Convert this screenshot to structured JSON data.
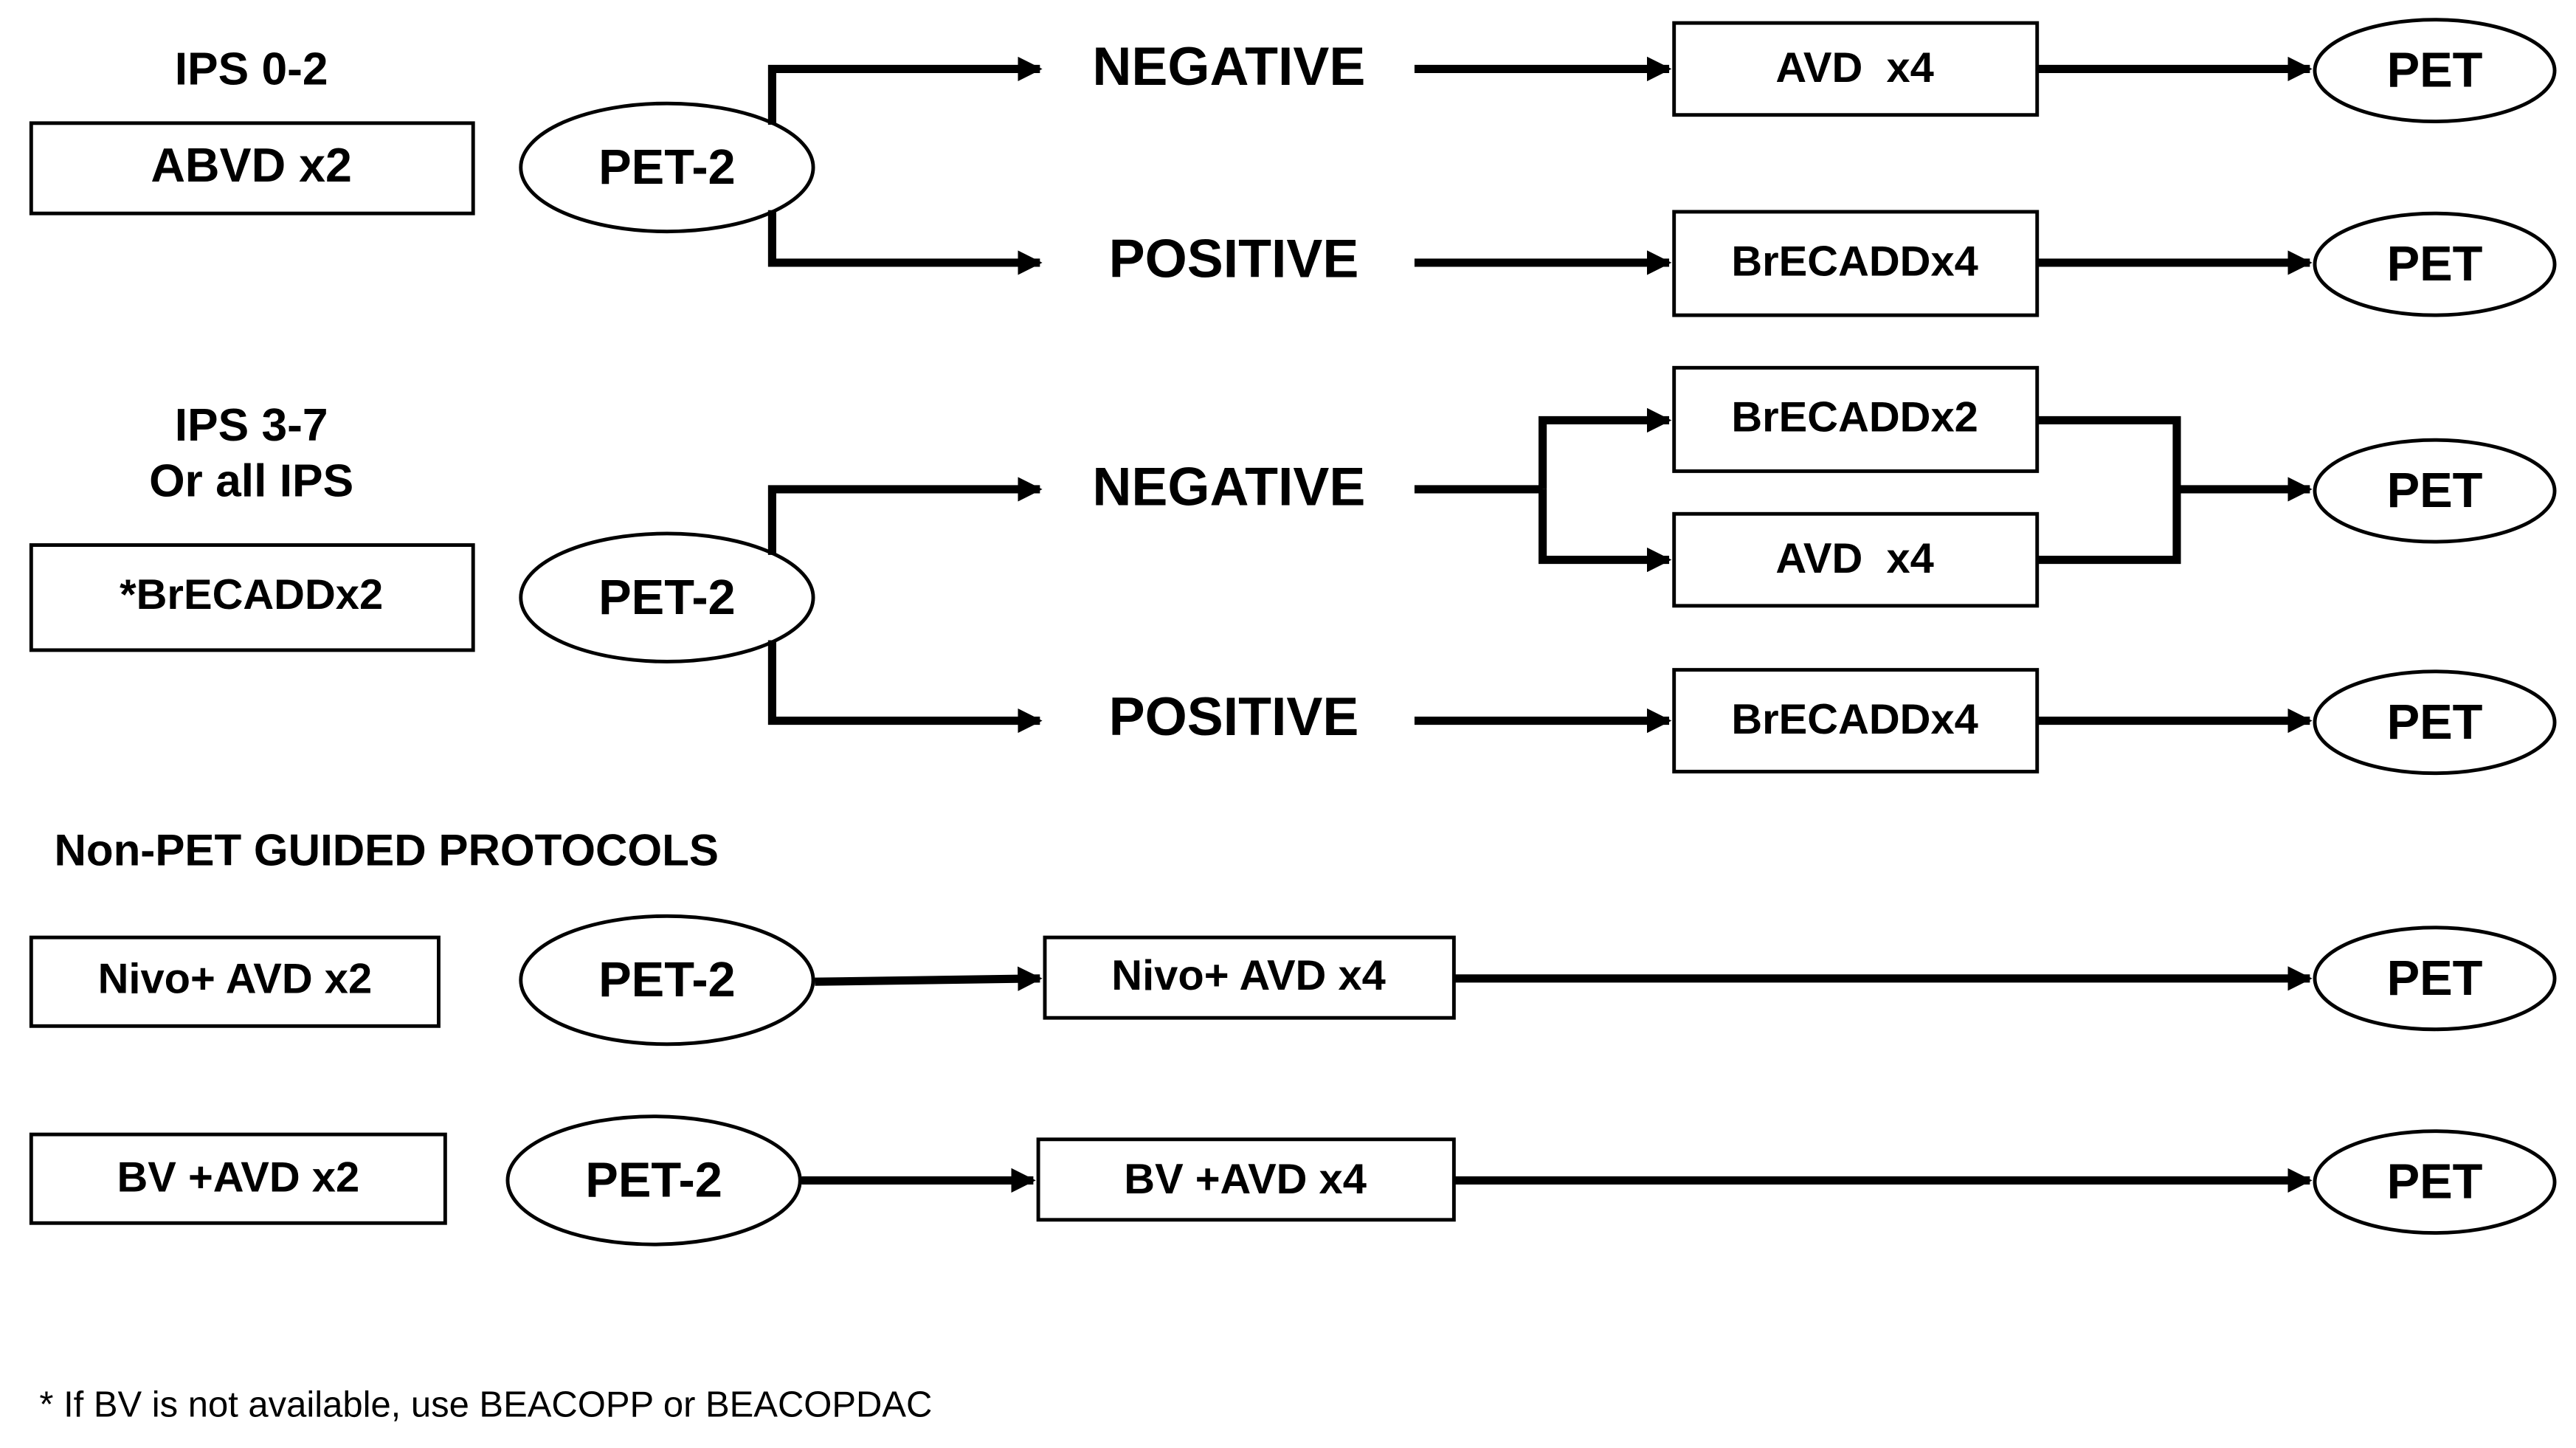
{
  "group1": {
    "header": "IPS 0-2",
    "start": "ABVD x2",
    "pet2": "PET-2",
    "negative": "NEGATIVE",
    "positive": "POSITIVE",
    "neg_treatment": "AVD  x4",
    "pos_treatment": "BrECADDx4",
    "neg_outcome": "PET",
    "pos_outcome": "PET"
  },
  "group2": {
    "header_line1": "IPS 3-7",
    "header_line2": "Or all IPS",
    "start": "*BrECADDx2",
    "pet2": "PET-2",
    "negative": "NEGATIVE",
    "positive": "POSITIVE",
    "neg_option_a": "BrECADDx2",
    "neg_option_b": "AVD  x4",
    "pos_treatment": "BrECADDx4",
    "neg_outcome": "PET",
    "pos_outcome": "PET"
  },
  "non_pet": {
    "title": "Non-PET GUIDED PROTOCOLS",
    "row1": {
      "start": "Nivo+ AVD x2",
      "pet2": "PET-2",
      "treatment": "Nivo+ AVD x4",
      "outcome": "PET"
    },
    "row2": {
      "start": "BV +AVD x2",
      "pet2": "PET-2",
      "treatment": "BV +AVD x4",
      "outcome": "PET"
    }
  },
  "footnote": "* If BV is not available, use BEACOPP or BEACOPDAC"
}
